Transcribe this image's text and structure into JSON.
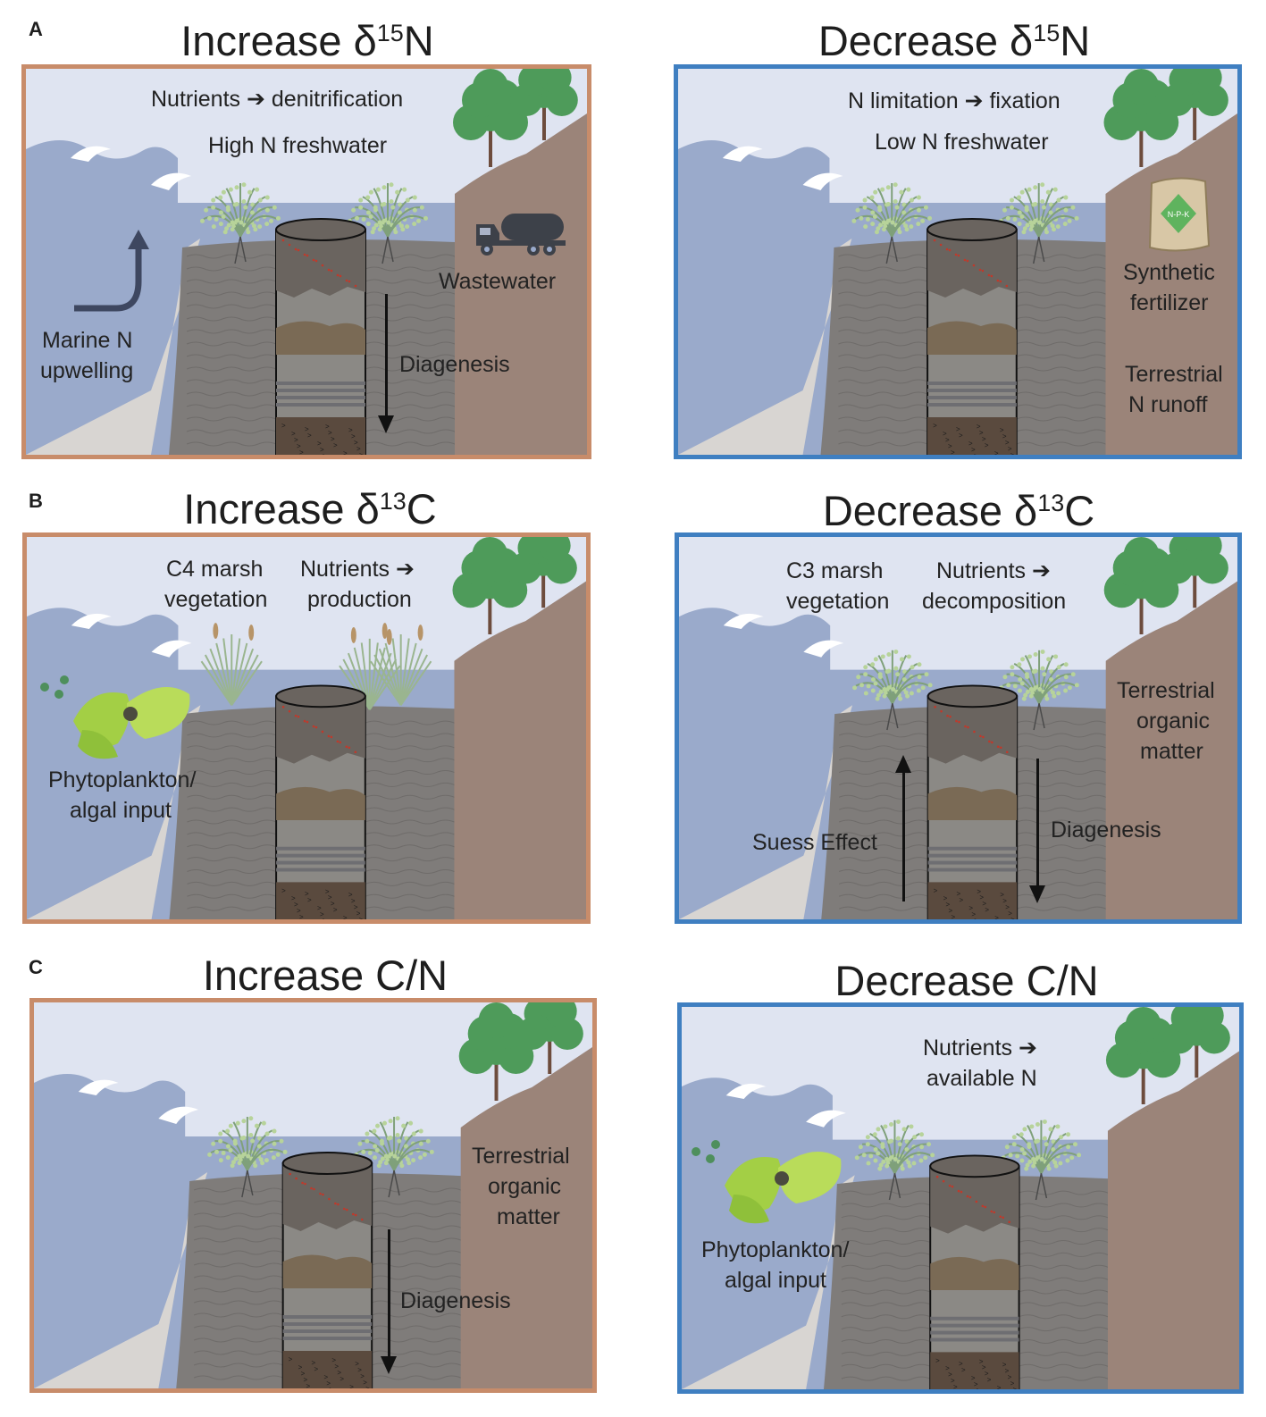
{
  "rows": {
    "a": {
      "letter": "A",
      "inc_title_prefix": "Increase δ",
      "inc_sup": "15",
      "inc_suffix": "N",
      "dec_title_prefix": "Decrease δ",
      "dec_sup": "15",
      "dec_suffix": "N"
    },
    "b": {
      "letter": "B",
      "inc_title_prefix": "Increase δ",
      "inc_sup": "13",
      "inc_suffix": "C",
      "dec_title_prefix": "Decrease δ",
      "dec_sup": "13",
      "dec_suffix": "C"
    },
    "c": {
      "letter": "C",
      "inc_title": "Increase C/N",
      "dec_title": "Decrease C/N"
    }
  },
  "labels": {
    "a_inc": {
      "nutrients": "Nutrients ➔ denitrification",
      "freshwater": "High N freshwater",
      "wastewater": "Wastewater",
      "marine_1": "Marine N",
      "marine_2": "upwelling",
      "diagenesis": "Diagenesis"
    },
    "a_dec": {
      "limitation": "N limitation ➔ fixation",
      "freshwater": "Low N freshwater",
      "fert_1": "Synthetic",
      "fert_2": "fertilizer",
      "runoff_1": "Terrestrial",
      "runoff_2": "N runoff",
      "npk": "N-P-K"
    },
    "b_inc": {
      "c4_1": "C4 marsh",
      "c4_2": "vegetation",
      "nut_1": "Nutrients ➔",
      "nut_2": "production",
      "phyto_1": "Phytoplankton/",
      "phyto_2": "algal input"
    },
    "b_dec": {
      "c3_1": "C3 marsh",
      "c3_2": "vegetation",
      "nut_1": "Nutrients ➔",
      "nut_2": "decomposition",
      "terr_1": "Terrestrial",
      "terr_2": "organic",
      "terr_3": "matter",
      "suess": "Suess Effect",
      "diagenesis": "Diagenesis"
    },
    "c_inc": {
      "terr_1": "Terrestrial",
      "terr_2": "organic",
      "terr_3": "matter",
      "diagenesis": "Diagenesis"
    },
    "c_dec": {
      "nut_1": "Nutrients ➔",
      "nut_2": "available N",
      "phyto_1": "Phytoplankton/",
      "phyto_2": "algal input"
    }
  },
  "colors": {
    "increase_border": "#c88c6a",
    "decrease_border": "#3f7fc1",
    "sky": "#dfe4f1",
    "water": "#9aaacb",
    "marsh_soil": "#7f7c7a",
    "sand": "#d8d5d2",
    "terrestrial": "#9b8479",
    "tree": "#4e9b5a",
    "algae": "#9acb3f"
  }
}
